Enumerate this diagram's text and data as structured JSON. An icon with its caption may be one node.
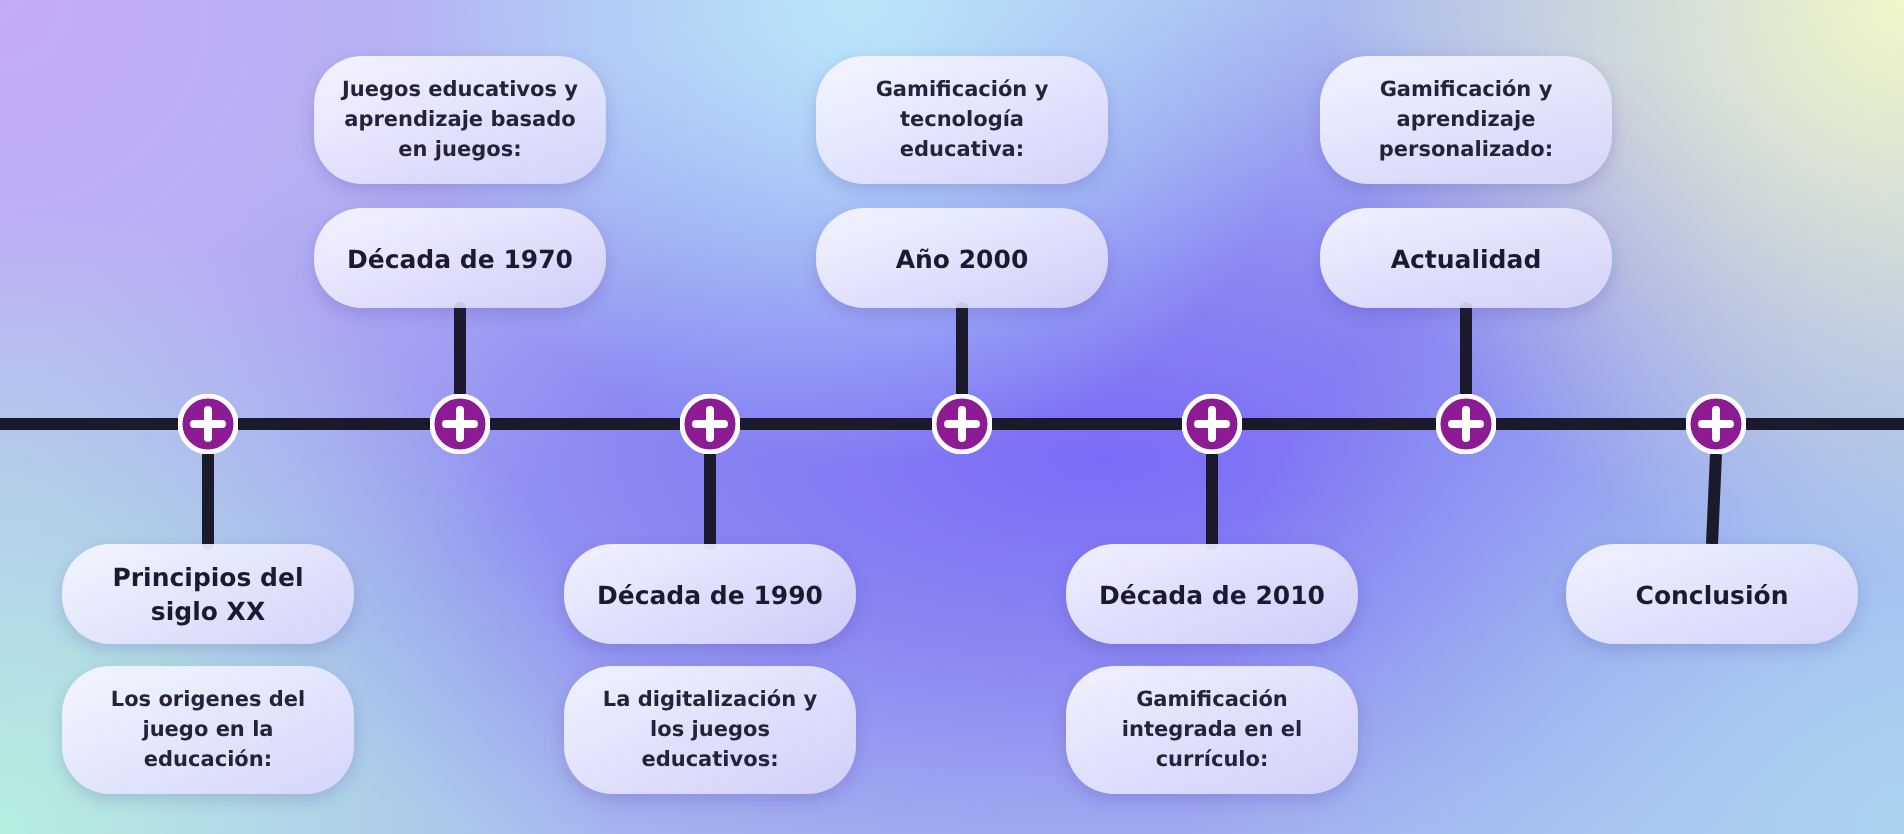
{
  "diagram": {
    "nodes": [
      {
        "text": [],
        "shape": "circle"
      },
      {
        "text": [],
        "shape": "circle"
      },
      {
        "text": [],
        "shape": "circle"
      },
      {
        "text": [],
        "shape": "circle"
      },
      {
        "text": [],
        "shape": "circle"
      },
      {
        "text": [],
        "shape": "circle"
      },
      {
        "text": [],
        "shape": "circle"
      },
      {
        "text": [
          "Juegos educativos y aprendizaje basado en juegos:"
        ]
      },
      {
        "text": [
          "Década de 1970"
        ]
      },
      {
        "text": [
          "Gamificación y tecnología educativa:"
        ]
      },
      {
        "text": [
          "Año 2000"
        ]
      },
      {
        "text": [
          "Gamificación y aprendizaje personalizado:"
        ]
      },
      {
        "text": [
          "Actualidad"
        ]
      },
      {
        "text": [
          "Principios del siglo XX"
        ]
      },
      {
        "text": [
          "Los origenes del juego en la educación:"
        ]
      },
      {
        "text": [
          "Década de 1990"
        ]
      },
      {
        "text": [
          "La digitalización y los juegos educativos:"
        ]
      },
      {
        "text": [
          "Década de 2010"
        ]
      },
      {
        "text": [
          "Gamificación integrada en el currículo:"
        ]
      },
      {
        "text": [
          "Conclusión"
        ]
      }
    ],
    "edges": [
      {
        "from": null,
        "to": 0,
        "arrow": "none"
      },
      {
        "from": 0,
        "to": 1,
        "arrow": "none"
      },
      {
        "from": 1,
        "to": 2,
        "arrow": "none"
      },
      {
        "from": 2,
        "to": 3,
        "arrow": "none"
      },
      {
        "from": 3,
        "to": 4,
        "arrow": "none"
      },
      {
        "from": 4,
        "to": 5,
        "arrow": "none"
      },
      {
        "from": 5,
        "to": 6,
        "arrow": "none"
      },
      {
        "from": 6,
        "to": null,
        "arrow": "none"
      },
      {
        "from": 0,
        "to": 13,
        "arrow": "none"
      },
      {
        "from": 1,
        "to": 8,
        "arrow": "none"
      },
      {
        "from": 2,
        "to": 15,
        "arrow": "none"
      },
      {
        "from": 3,
        "to": 10,
        "arrow": "none"
      },
      {
        "from": 4,
        "to": 17,
        "arrow": "none"
      },
      {
        "from": 5,
        "to": 12,
        "arrow": "none"
      },
      {
        "from": 6,
        "to": 19,
        "arrow": "none"
      }
    ]
  }
}
